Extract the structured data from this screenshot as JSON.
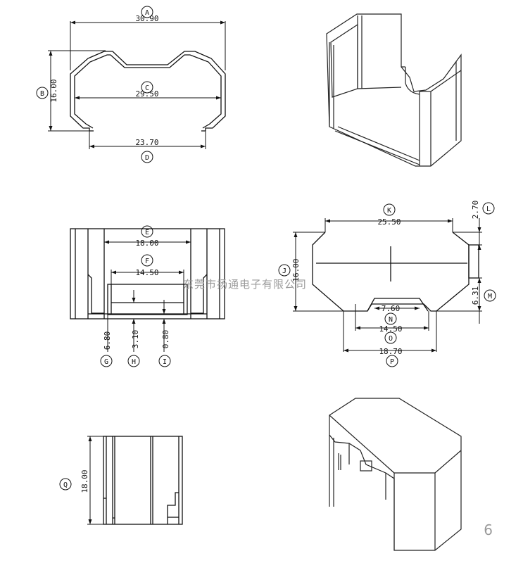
{
  "drawing": {
    "views": {
      "top_view": {
        "dimensions": [
          {
            "letter": "A",
            "value": "30.90"
          },
          {
            "letter": "B",
            "value": "16.00"
          },
          {
            "letter": "C",
            "value": "29.50"
          },
          {
            "letter": "D",
            "value": "23.70"
          }
        ]
      },
      "front_view": {
        "dimensions": [
          {
            "letter": "E",
            "value": "18.00"
          },
          {
            "letter": "F",
            "value": "14.50"
          },
          {
            "letter": "G",
            "value": "6.80"
          },
          {
            "letter": "H",
            "value": "3.10"
          },
          {
            "letter": "I",
            "value": "0.80"
          }
        ]
      },
      "bottom_view": {
        "dimensions": [
          {
            "letter": "K",
            "value": "25.50"
          },
          {
            "letter": "L",
            "value": "2.70"
          },
          {
            "letter": "J",
            "value": "16.00"
          },
          {
            "letter": "M",
            "value": "6.31"
          },
          {
            "letter": "N",
            "value": "7.60"
          },
          {
            "letter": "O",
            "value": "14.50"
          },
          {
            "letter": "P",
            "value": "18.70"
          }
        ]
      },
      "side_view": {
        "dimensions": [
          {
            "letter": "Q",
            "value": "18.00"
          }
        ]
      }
    },
    "watermark": "东莞市扬通电子有限公司",
    "page_number": "6"
  }
}
